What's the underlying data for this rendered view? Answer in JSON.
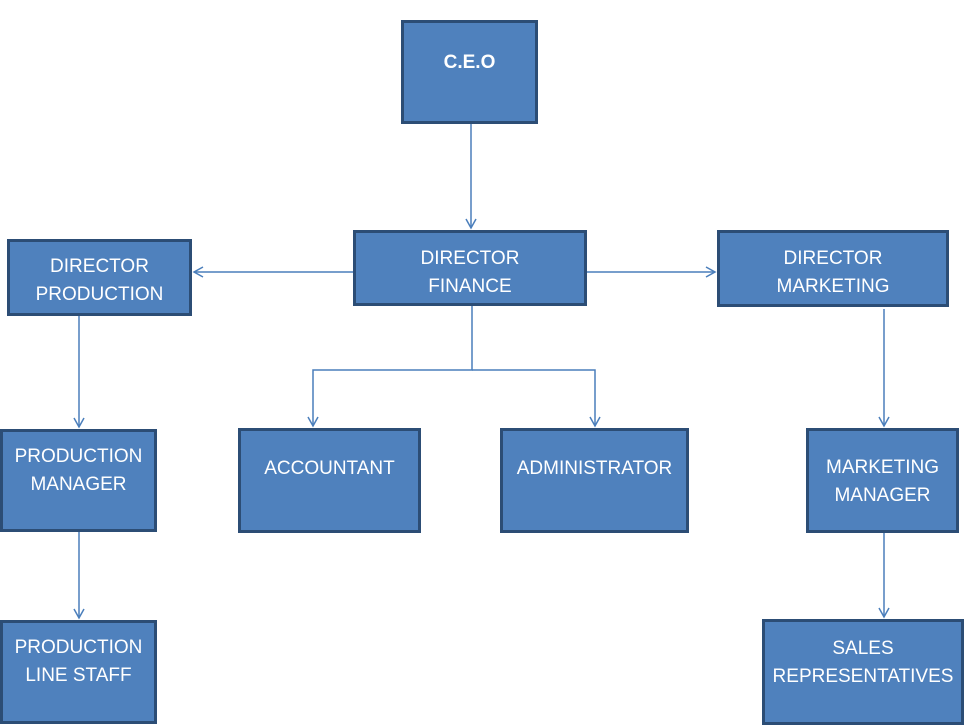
{
  "nodes": {
    "ceo": "C.E.O",
    "director_finance": "DIRECTOR\nFINANCE",
    "director_production": "DIRECTOR\nPRODUCTION",
    "director_marketing": "DIRECTOR\nMARKETING",
    "production_manager": "PRODUCTION\nMANAGER",
    "accountant": "ACCOUNTANT",
    "administrator": "ADMINISTRATOR",
    "marketing_manager": "MARKETING\nMANAGER",
    "production_line_staff": "PRODUCTION\nLINE STAFF",
    "sales_representatives": "SALES\nREPRESENTATIVES"
  },
  "colors": {
    "box_fill": "#4f81bd",
    "box_border": "#2c4d75",
    "connector": "#4a7ebb",
    "text": "#ffffff"
  }
}
